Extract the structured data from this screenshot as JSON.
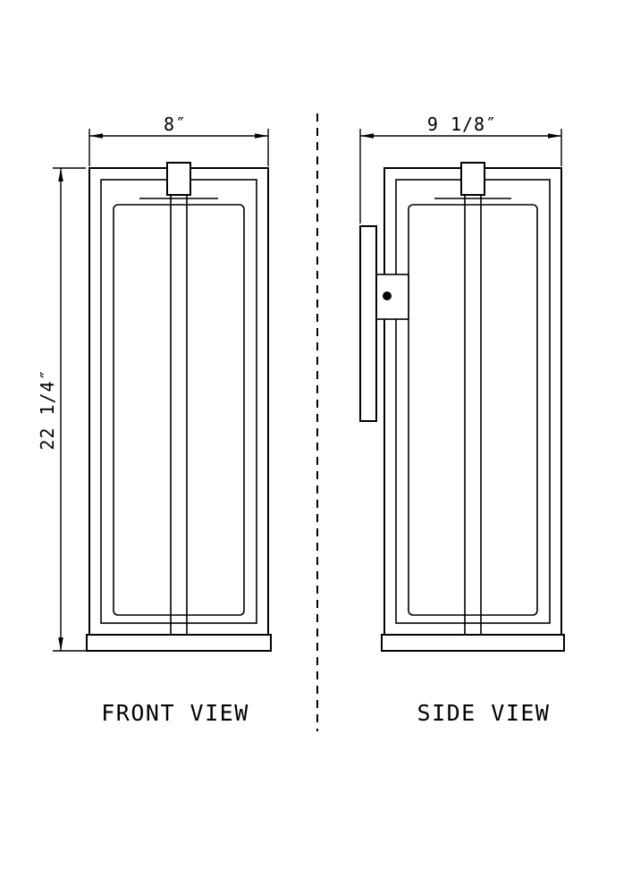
{
  "page": {
    "background_color": "#ffffff",
    "line_color": "#000000"
  },
  "views": {
    "front": {
      "label": "FRONT VIEW",
      "width_dim": "8″",
      "height_dim": "22 1/4″"
    },
    "side": {
      "label": "SIDE VIEW",
      "width_dim": "9 1/8″"
    }
  }
}
